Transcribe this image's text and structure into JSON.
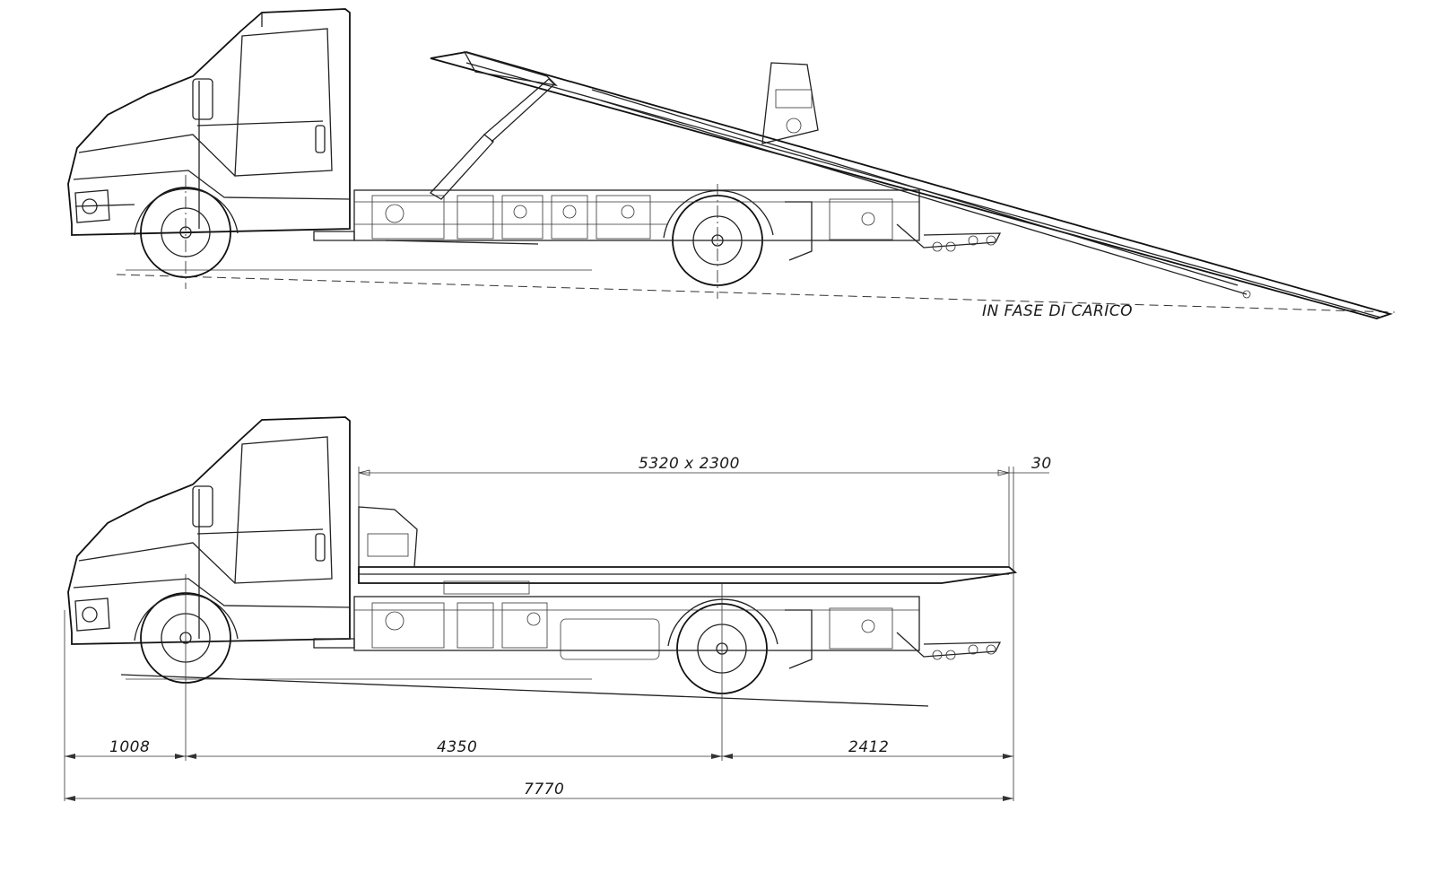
{
  "top_view": {
    "caption": "IN FASE DI CARICO"
  },
  "bottom_view": {
    "bed_dimension": "5320 x 2300",
    "overhang_tip": "30",
    "front_overhang": "1008",
    "wheelbase": "4350",
    "rear_overhang": "2412",
    "overall_length": "7770"
  }
}
